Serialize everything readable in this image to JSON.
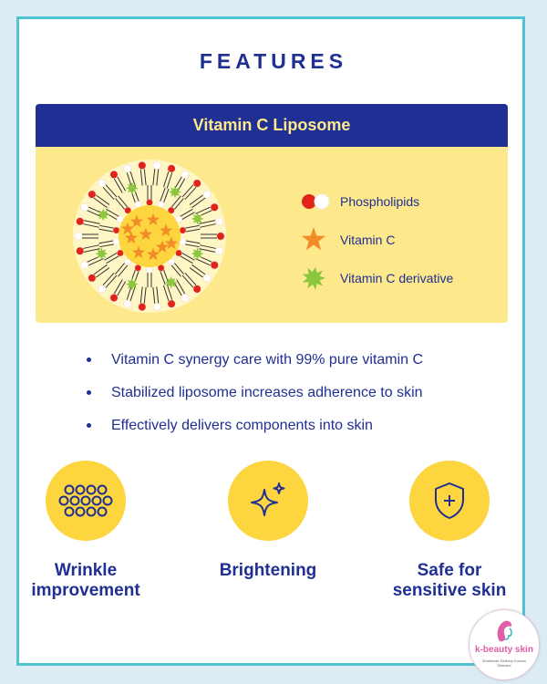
{
  "heading": "FEATURES",
  "panel": {
    "title": "Vitamin C Liposome",
    "legend": [
      {
        "label": "Phospholipids",
        "icon": "phospholipid-icon"
      },
      {
        "label": "Vitamin C",
        "icon": "star-icon"
      },
      {
        "label": "Vitamin C derivative",
        "icon": "green-burst-icon"
      }
    ]
  },
  "bullets": [
    "Vitamin C synergy care with 99% pure vitamin C",
    "Stabilized liposome increases adherence to skin",
    "Effectively delivers components into skin"
  ],
  "features": [
    {
      "label_line1": "Wrinkle",
      "label_line2": "improvement",
      "icon": "dots-grid-icon"
    },
    {
      "label_line1": "Brightening",
      "label_line2": "",
      "icon": "sparkle-icon"
    },
    {
      "label_line1": "Safe for",
      "label_line2": "sensitive skin",
      "icon": "shield-plus-icon"
    }
  ],
  "watermark": {
    "text": "k-beauty skin",
    "subtext": "Worldwide Delivery Korean Skincare"
  },
  "colors": {
    "navy": "#1f2f93",
    "yellow_panel": "#fde98c",
    "yellow_circle": "#fcd53f",
    "frame": "#4fc3cf",
    "background": "#dcebf4",
    "phospholipid_red": "#e2231a",
    "vitamin_orange": "#f28c28",
    "derivative_green": "#8cc63f"
  }
}
